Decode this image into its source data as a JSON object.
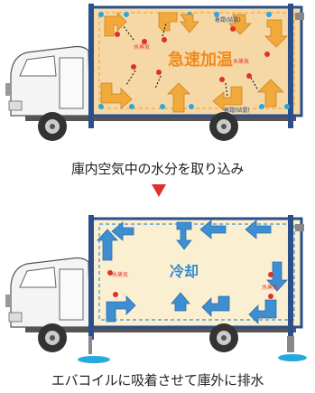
{
  "top_diagram": {
    "condensation_top": "着霜(結露)",
    "condensation_bottom": "着霜(結露)",
    "vapor_label": "水蒸気",
    "title": "急速加温",
    "caption": "庫内空気中の水分を取り込み",
    "colors": {
      "box_fill": "#f6d8a6",
      "title_color": "#f08a1c",
      "arrow_fill": "#f2a93b",
      "vapor_dot": "#e0302c",
      "frost": "#29a8e0"
    }
  },
  "transition_arrow": {
    "color": "#e0302c"
  },
  "bottom_diagram": {
    "vapor_label": "水蒸気",
    "title": "冷却",
    "caption": "エバコイルに吸着させて庫外に排水",
    "colors": {
      "box_fill": "#fbefd2",
      "title_color": "#2f8bd0",
      "arrow_fill": "#3d8fd1",
      "vapor_dot": "#e0302c",
      "drain": "#29a8e0"
    }
  }
}
